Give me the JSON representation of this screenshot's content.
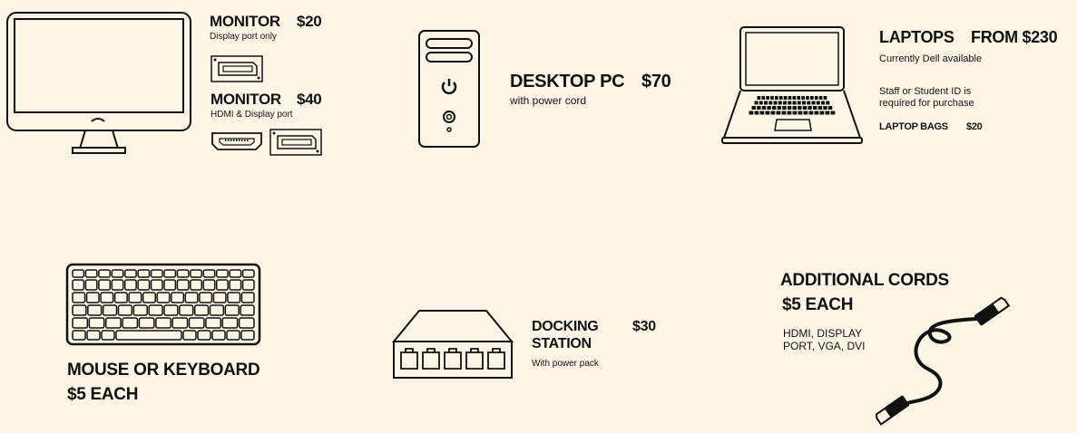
{
  "monitor1": {
    "title": "MONITOR",
    "price": "$20",
    "note": "Display port only"
  },
  "monitor2": {
    "title": "MONITOR",
    "price": "$40",
    "note": "HDMI & Display port"
  },
  "desktop": {
    "title": "DESKTOP PC",
    "price": "$70",
    "note": "with power cord"
  },
  "laptops": {
    "title": "LAPTOPS",
    "price": "FROM $230",
    "note": "Currently Dell available",
    "req_line1": "Staff or Student ID is",
    "req_line2": "required for purchase",
    "bags_label": "LAPTOP BAGS",
    "bags_price": "$20"
  },
  "peripherals": {
    "title": "MOUSE OR KEYBOARD",
    "price": "$5 EACH"
  },
  "dock": {
    "title_line1": "DOCKING",
    "title_line2": "STATION",
    "price": "$30",
    "note": "With power pack"
  },
  "cords": {
    "title": "ADDITIONAL CORDS",
    "price": "$5 EACH",
    "types_line1": "HDMI, DISPLAY",
    "types_line2": "PORT, VGA, DVI"
  },
  "colors": {
    "background": "#fdf6e6",
    "ink": "#111111"
  },
  "icons": [
    "monitor-icon",
    "displayport-icon",
    "hdmi-icon",
    "desktop-tower-icon",
    "laptop-icon",
    "keyboard-icon",
    "network-switch-icon",
    "cable-icon"
  ]
}
